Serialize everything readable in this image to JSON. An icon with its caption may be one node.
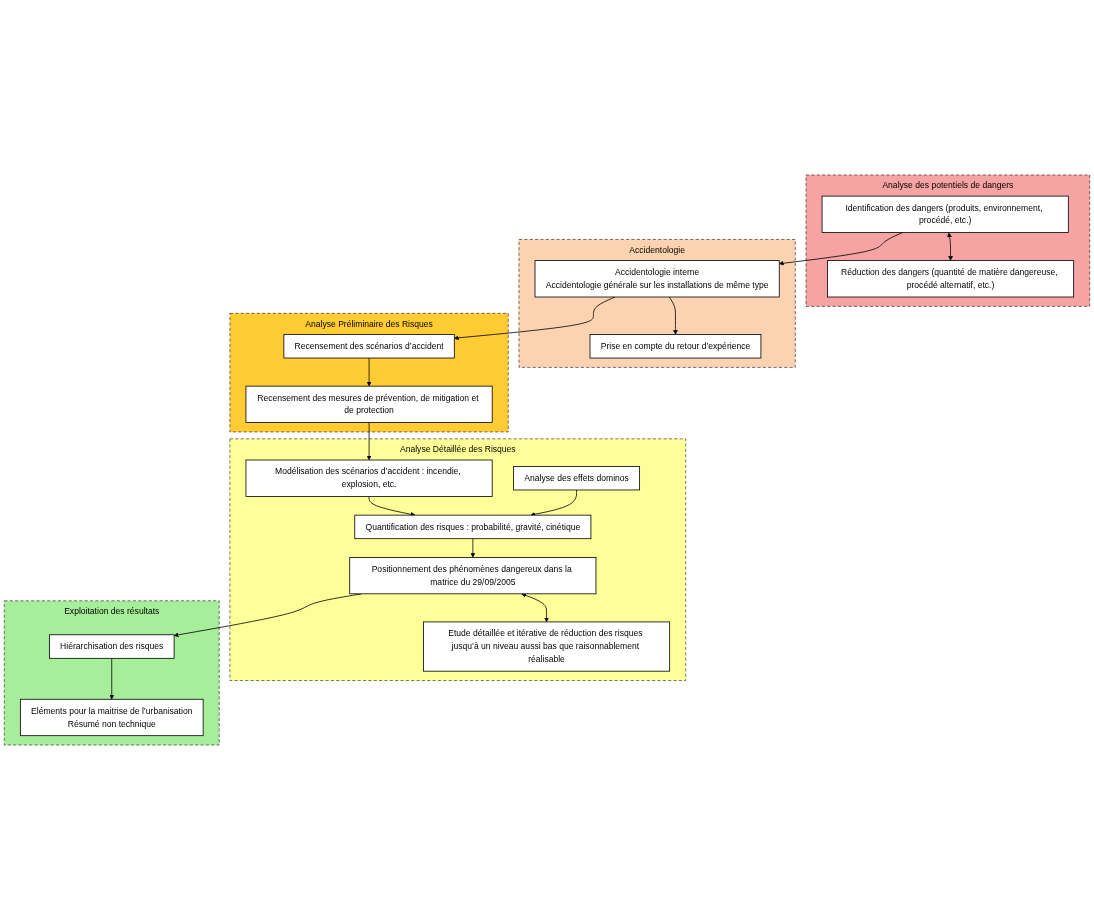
{
  "diagram": {
    "nodes": [
      {
        "text": [
          "Analyse des potentiels de dangers"
        ]
      },
      {
        "text": [
          "Identification des dangers (produits, environnement, procédé, etc.)"
        ],
        "in": 0
      },
      {
        "text": [
          "Réduction des dangers (quantité de matière dangereuse, procédé alternatif, etc.)"
        ],
        "in": 0
      },
      {
        "text": [
          "Accidentologie"
        ]
      },
      {
        "text": [
          "Accidentologie interne",
          "Accidentologie générale sur les installations de même type"
        ],
        "in": 3
      },
      {
        "text": [
          "Prise en compte du retour d’expérience"
        ],
        "in": 3
      },
      {
        "text": [
          "Analyse Préliminaire des Risques"
        ]
      },
      {
        "text": [
          "Recensement des scénarios d’accident"
        ],
        "in": 6
      },
      {
        "text": [
          "Recensement des mesures de prévention, de mitigation et de protection"
        ],
        "in": 6
      },
      {
        "text": [
          "Analyse Détaillée des Risques"
        ]
      },
      {
        "text": [
          "Modélisation des scénarios d’accident : incendie, explosion, etc."
        ],
        "in": 9
      },
      {
        "text": [
          "Quantification des risques : probabilité, gravité, cinétique"
        ],
        "in": 9
      },
      {
        "text": [
          "Analyse des effets dominos"
        ],
        "in": 9
      },
      {
        "text": [
          "Positionnement des phénomènes dangereux dans la matrice du 29/09/2005"
        ],
        "in": 9
      },
      {
        "text": [
          "Etude détaillée et itérative de réduction des risques jusqu’à un niveau aussi bas que raisonnablement réalisable"
        ],
        "in": 9
      },
      {
        "text": [
          "Exploitation des résultats"
        ]
      },
      {
        "text": [
          "Hiérarchisation des risques"
        ],
        "in": 15
      },
      {
        "text": [
          "Eléments pour la maitrise de l’urbanisation",
          "Résumé non technique"
        ],
        "in": 15
      }
    ],
    "edges": [
      {
        "from": 1,
        "to": 2,
        "arrow": "both"
      },
      {
        "from": 1,
        "to": 4,
        "arrow": "to"
      },
      {
        "from": 4,
        "to": 5,
        "arrow": "to"
      },
      {
        "from": 4,
        "to": 7,
        "arrow": "to"
      },
      {
        "from": 7,
        "to": 8,
        "arrow": "to"
      },
      {
        "from": 8,
        "to": 10,
        "arrow": "to"
      },
      {
        "from": 10,
        "to": 11,
        "arrow": "to"
      },
      {
        "from": 12,
        "to": 11,
        "arrow": "to"
      },
      {
        "from": 11,
        "to": 13,
        "arrow": "to"
      },
      {
        "from": 13,
        "to": 14,
        "arrow": "both"
      },
      {
        "from": 13,
        "to": 16,
        "arrow": "to"
      },
      {
        "from": 16,
        "to": 17,
        "arrow": "to"
      }
    ]
  }
}
